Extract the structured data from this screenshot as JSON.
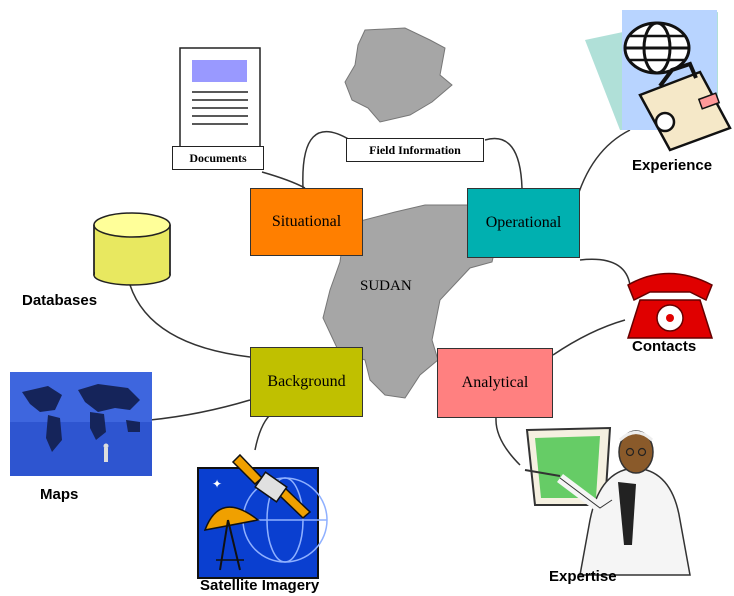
{
  "center_label": "SUDAN",
  "nodes": {
    "situational": {
      "label": "Situational",
      "color": "#ff7f00"
    },
    "operational": {
      "label": "Operational",
      "color": "#00b0b0"
    },
    "background": {
      "label": "Background",
      "color": "#c0c000"
    },
    "analytical": {
      "label": "Analytical",
      "color": "#ff8080"
    }
  },
  "sources": {
    "documents": "Documents",
    "field_information": "Field Information",
    "experience": "Experience",
    "databases": "Databases",
    "contacts": "Contacts",
    "maps": "Maps",
    "satellite_imagery": "Satellite Imagery",
    "expertise": "Expertise"
  }
}
